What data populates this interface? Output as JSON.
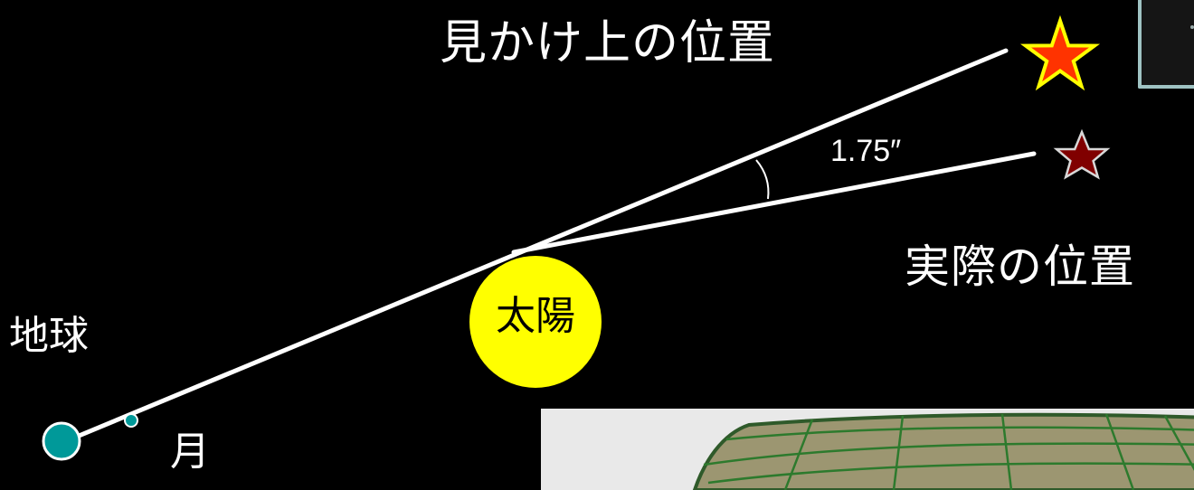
{
  "labels": {
    "apparent_position": "見かけ上の位置",
    "actual_position": "実際の位置",
    "earth": "地球",
    "moon": "月",
    "sun": "太陽",
    "deflection_angle": "1.75″"
  },
  "colors": {
    "background": "#000000",
    "earth": "#009999",
    "moon": "#009999",
    "sun": "#ffff00",
    "apparent_star_fill": "#ff3300",
    "apparent_star_outline": "#ffff00",
    "actual_star": "#800000",
    "light_rays": "#ffffff"
  },
  "icons": {
    "apparent_star": "star-icon",
    "actual_star": "star-icon"
  }
}
